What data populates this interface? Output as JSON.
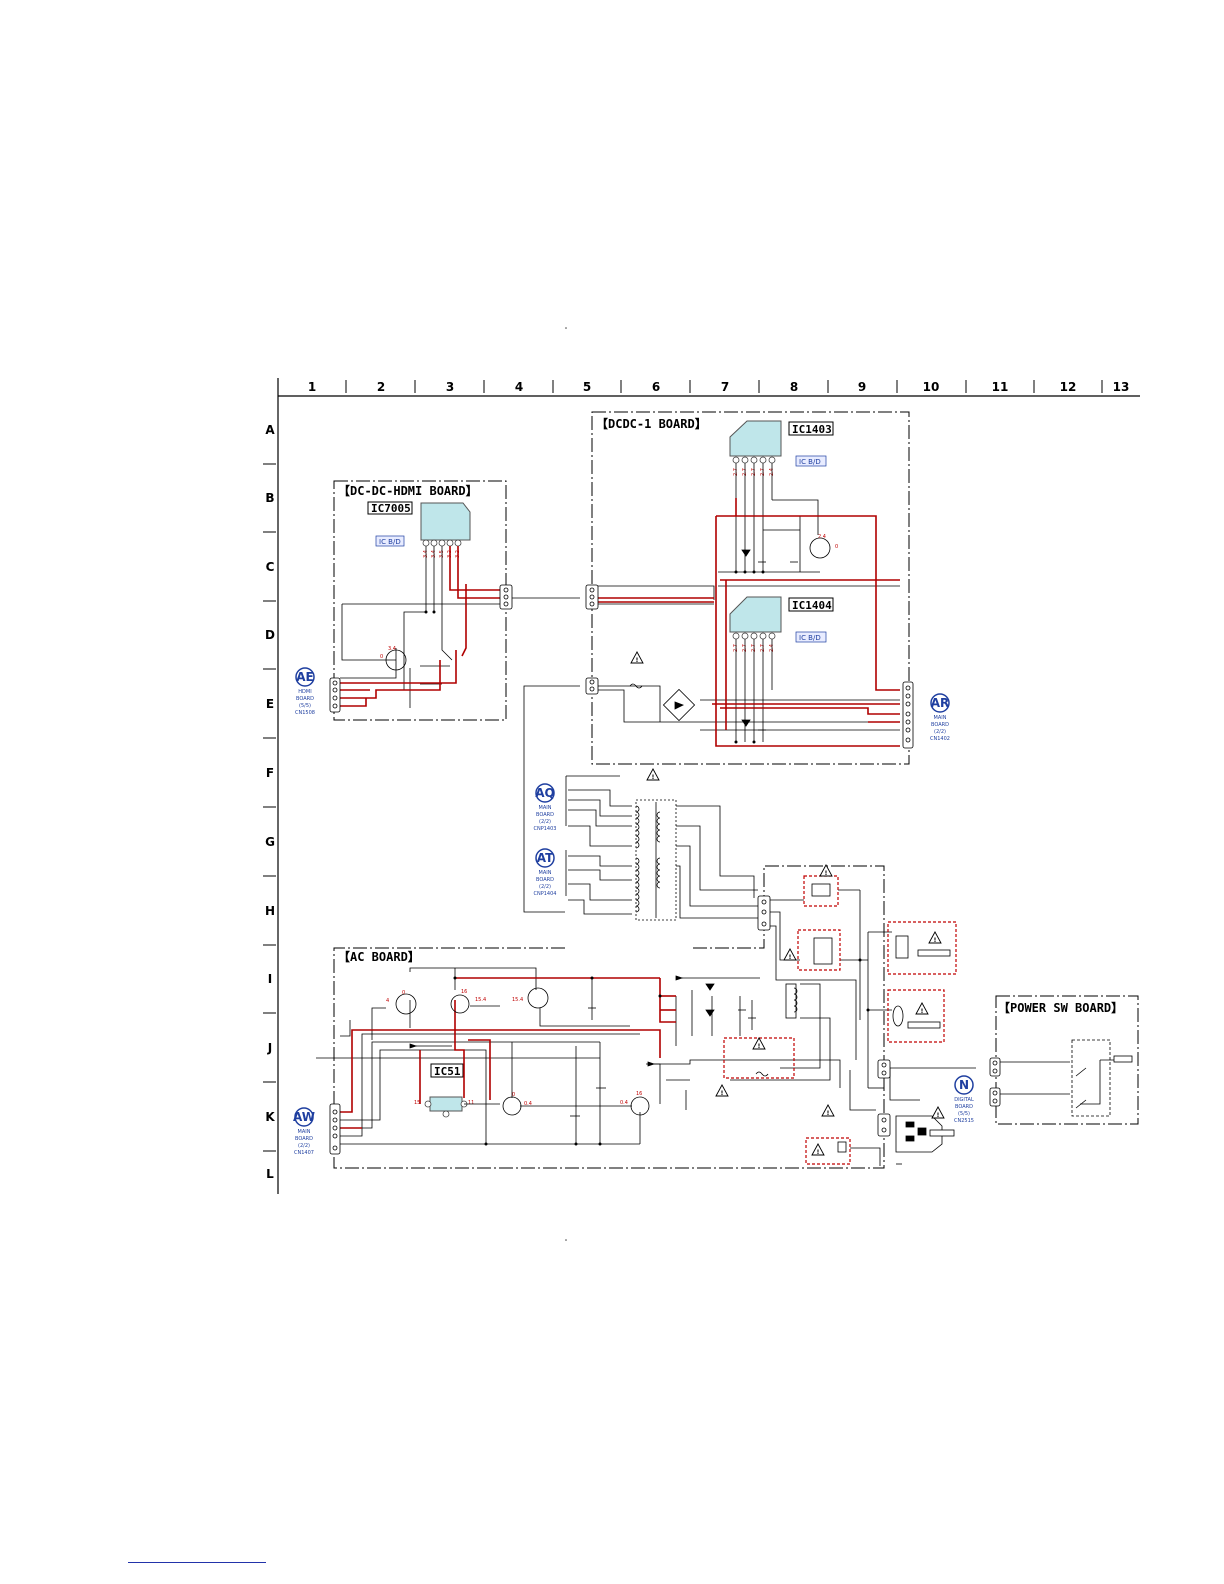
{
  "grid": {
    "columns": [
      "1",
      "2",
      "3",
      "4",
      "5",
      "6",
      "7",
      "8",
      "9",
      "10",
      "11",
      "12",
      "13"
    ],
    "rows": [
      "A",
      "B",
      "C",
      "D",
      "E",
      "F",
      "G",
      "H",
      "I",
      "J",
      "K",
      "L"
    ]
  },
  "boards": {
    "dcdc_hdmi": "【DC-DC-HDMI BOARD】",
    "dcdc1": "【DCDC-1 BOARD】",
    "ac": "【AC BOARD】",
    "power_sw": "【POWER SW BOARD】"
  },
  "ics": {
    "ic7005": "IC7005",
    "ic1403": "IC1403",
    "ic1404": "IC1404",
    "ic51": "IC51",
    "ic_bd": "IC B/D"
  },
  "connectors": [
    {
      "id": "AE",
      "lines": [
        "HDMI",
        "BOARD",
        "(5/5)",
        "CN1508"
      ]
    },
    {
      "id": "AR",
      "lines": [
        "MAIN",
        "BOARD",
        "(2/2)",
        "CN1402"
      ]
    },
    {
      "id": "AQ",
      "lines": [
        "MAIN",
        "BOARD",
        "(2/2)",
        "CNP1403"
      ]
    },
    {
      "id": "AT",
      "lines": [
        "MAIN",
        "BOARD",
        "(2/2)",
        "CNP1404"
      ]
    },
    {
      "id": "AW",
      "lines": [
        "MAIN",
        "BOARD",
        "(2/2)",
        "CN1407"
      ]
    },
    {
      "id": "N",
      "lines": [
        "DIGITAL",
        "BOARD",
        "(5/5)",
        "CN2515"
      ]
    }
  ],
  "voltages": {
    "ic7005_pins": [
      "3.4",
      "3.4",
      "3.5",
      "3.2",
      "3.2"
    ],
    "ic1403_pins": [
      "2.7",
      "2.7",
      "2.7",
      "2.7",
      "2.4"
    ],
    "ic1404_pins": [
      "2.7",
      "2.7",
      "2.7",
      "2.7",
      "2.4"
    ],
    "q_dcdc_hdmi": [
      "0",
      "3.4"
    ],
    "q_dcdc1": [
      "2.4",
      "0"
    ],
    "q_ac": [
      "4",
      "0",
      "16",
      "15.4",
      "15.4",
      "0",
      "0.4",
      "0.4",
      "16"
    ],
    "ic51_pins": [
      "15",
      "11"
    ]
  },
  "colors": {
    "wire": "#000000",
    "power_trace": "#b00000",
    "ic_fill": "#bfe6ea",
    "label_blue": "#1f3fa0",
    "voltage": "#c00000",
    "warning_box": "#c00000"
  },
  "icons": [
    "warning-triangle-icon",
    "connector-circle-icon",
    "transistor-icon",
    "transformer-icon",
    "diode-bridge-icon",
    "ac-inlet-icon",
    "switch-icon"
  ]
}
